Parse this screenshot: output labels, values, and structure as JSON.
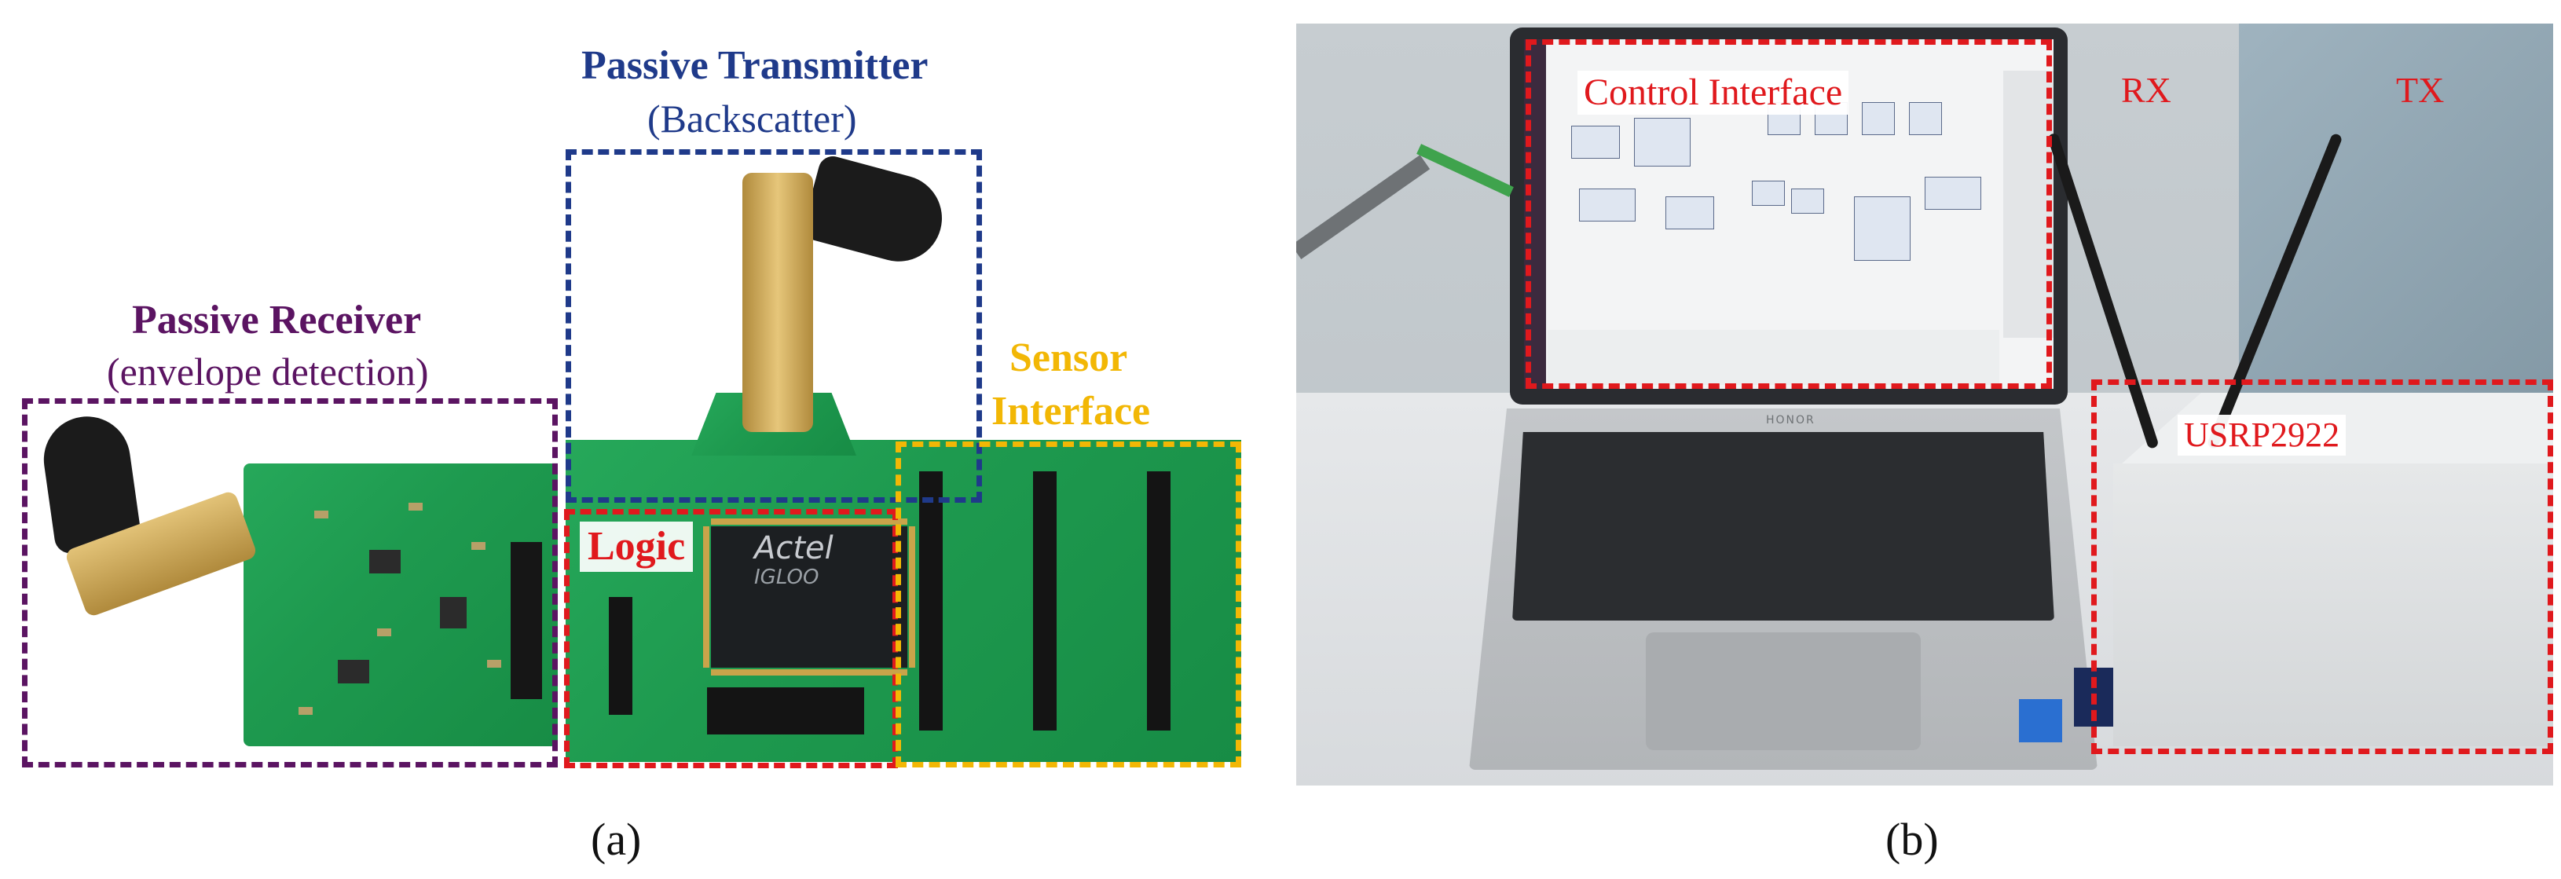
{
  "panel_a": {
    "caption": "(a)",
    "labels": {
      "passive_transmitter_title": "Passive Transmitter",
      "passive_transmitter_sub": "(Backscatter)",
      "passive_receiver_title": "Passive Receiver",
      "passive_receiver_sub": "(envelope detection)",
      "sensor_interface_line1": "Sensor",
      "sensor_interface_line2": "Interface",
      "logic": "Logic"
    },
    "chip_text": [
      "Actel",
      "IGLOO"
    ],
    "colors": {
      "transmitter": "#1f3a8a",
      "receiver": "#5b1462",
      "sensor": "#f2b705",
      "logic": "#e0191d"
    }
  },
  "panel_b": {
    "caption": "(b)",
    "labels": {
      "control_interface": "Control Interface",
      "rx": "RX",
      "tx": "TX",
      "usrp": "USRP2922"
    },
    "laptop_brand": "HONOR",
    "colors": {
      "annotation": "#e0191d"
    }
  }
}
